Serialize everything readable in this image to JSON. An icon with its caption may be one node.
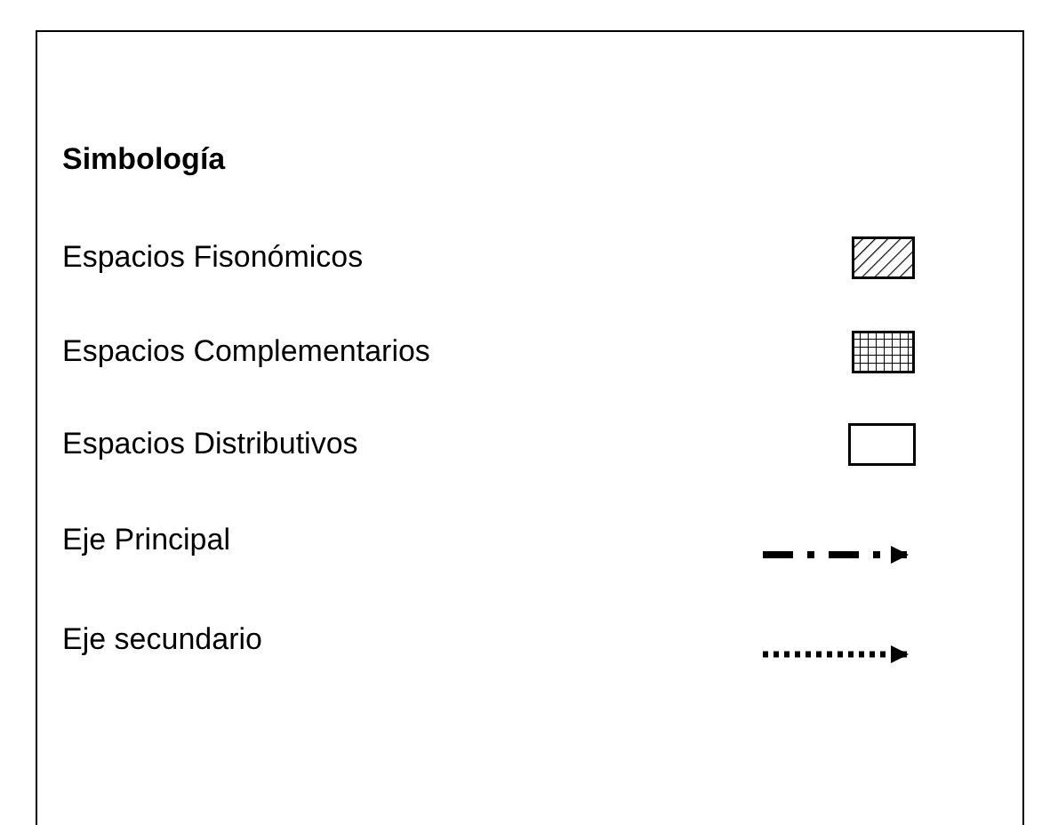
{
  "diagram": {
    "title": "Simbología",
    "legend": [
      {
        "text": "Espacios Fisonómicos"
      },
      {
        "text": "Espacios Complementarios"
      },
      {
        "text": "Espacios Distributivos"
      },
      {
        "text": "Eje Principal"
      },
      {
        "text": "Eje secundario"
      }
    ]
  }
}
